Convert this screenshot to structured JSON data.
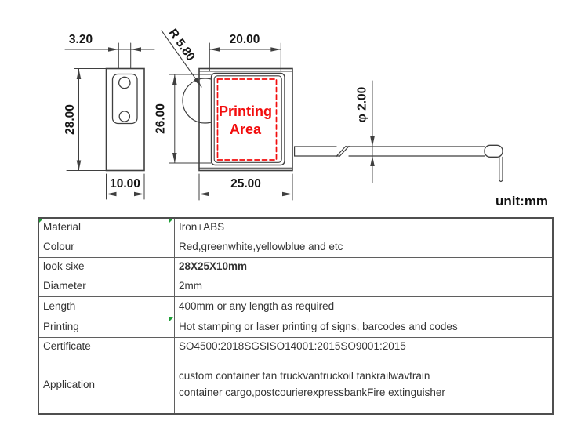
{
  "drawing": {
    "dims": {
      "slot_width": "3.20",
      "side_height": "28.00",
      "side_width": "10.00",
      "radius": "R 5.80",
      "front_top_width": "20.00",
      "front_height": "26.00",
      "front_bottom_width": "25.00",
      "cable_diameter": "φ 2.00"
    },
    "printing_area": {
      "line1": "Printing",
      "line2": "Area"
    },
    "unit_label": "unit:mm"
  },
  "table": {
    "rows": [
      {
        "label": "Material",
        "value": "Iron+ABS"
      },
      {
        "label": "Colour",
        "value": "Red,greenwhite,yellowblue and etc"
      },
      {
        "label": "look sixe",
        "value": "28X25X10mm"
      },
      {
        "label": "Diameter",
        "value": "2mm"
      },
      {
        "label": "Length",
        "value": "400mm or any length as required"
      },
      {
        "label": "Printing",
        "value": "Hot stamping or laser printing of signs, barcodes and codes"
      },
      {
        "label": "Certificate",
        "value": "SO4500:2018SGSISO14001:2015SO9001:2015"
      },
      {
        "label": "Application",
        "value": "custom container tan truckvantruckoil tankrailwavtrain\ncontainer cargo,postcourierexpressbankFire extinguisher"
      }
    ]
  },
  "colors": {
    "line": "#3f3f3f",
    "accent_red": "#f20d0d",
    "table_border": "#5f5f5f",
    "green_mark": "#1d9e35"
  }
}
